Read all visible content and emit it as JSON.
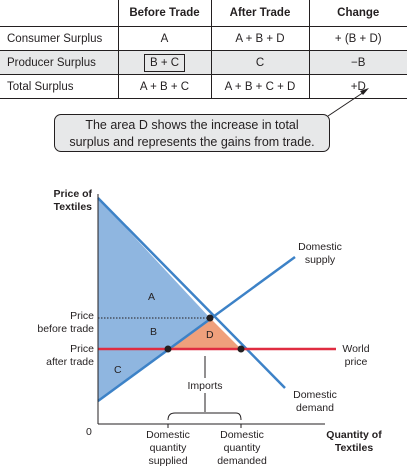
{
  "table": {
    "columns": [
      "Before Trade",
      "After Trade",
      "Change"
    ],
    "rows": [
      {
        "label": "Consumer Surplus",
        "before": "A",
        "after": "A + B + D",
        "change": "+ (B + D)"
      },
      {
        "label": "Producer Surplus",
        "before": "B + C",
        "after": "C",
        "change": "−B"
      },
      {
        "label": "Total Surplus",
        "before": "A + B + C",
        "after": "A + B + C + D",
        "change": "+D"
      }
    ]
  },
  "callout": {
    "line1": "The area D shows the increase in total",
    "line2": "surplus and represents the gains from trade."
  },
  "graph": {
    "y_axis_label_1": "Price of",
    "y_axis_label_2": "Textiles",
    "x_axis_label_1": "Quantity of",
    "x_axis_label_2": "Textiles",
    "origin": "0",
    "price_before_1": "Price",
    "price_before_2": "before trade",
    "price_after_1": "Price",
    "price_after_2": "after trade",
    "supply_1": "Domestic",
    "supply_2": "supply",
    "demand_1": "Domestic",
    "demand_2": "demand",
    "world_1": "World",
    "world_2": "price",
    "imports": "Imports",
    "area_a": "A",
    "area_b": "B",
    "area_c": "C",
    "area_d": "D",
    "qs_1": "Domestic",
    "qs_2": "quantity",
    "qs_3": "supplied",
    "qd_1": "Domestic",
    "qd_2": "quantity",
    "qd_3": "demanded"
  },
  "colors": {
    "blue_fill": "#8fb6e0",
    "blue_line": "#3d82c7",
    "red_line": "#e02c41",
    "orange_fill": "#efa07c",
    "table_shade": "#e7e8e9"
  }
}
